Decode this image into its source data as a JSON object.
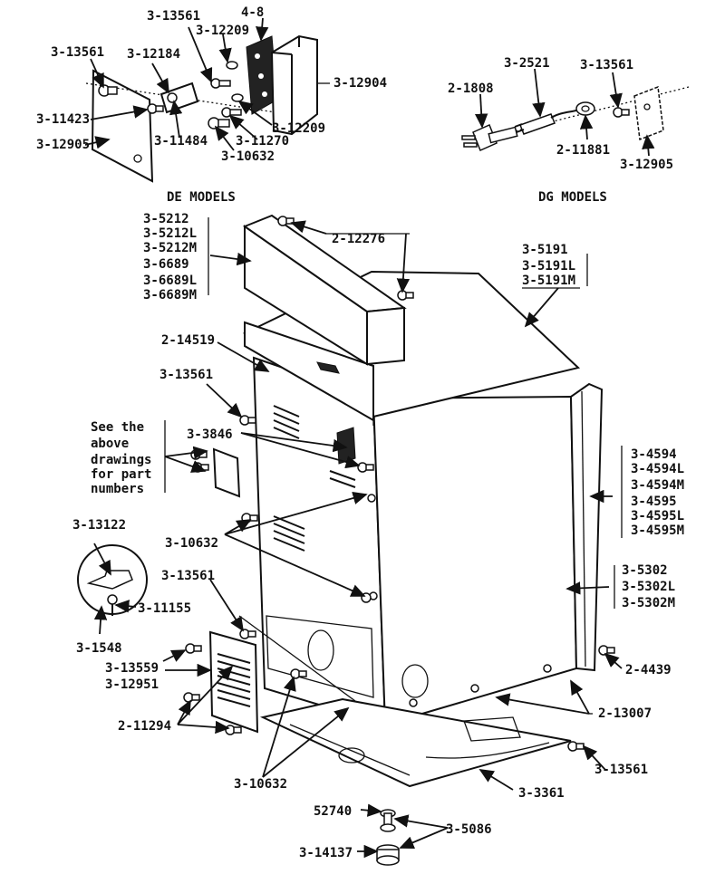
{
  "headings": {
    "de_models": "DE MODELS",
    "dg_models": "DG MODELS"
  },
  "note": [
    "See the",
    "above",
    "drawings",
    "for part",
    "numbers"
  ],
  "top_left_labels": {
    "l_13561_a": "3-13561",
    "l_13561_b": "3-13561",
    "l_12209_a": "3-12209",
    "l_4_8": "4-8",
    "l_12184": "3-12184",
    "l_12904": "3-12904",
    "l_11423": "3-11423",
    "l_12905": "3-12905",
    "l_11484": "3-11484",
    "l_12209_b": "3-12209",
    "l_11270": "3-11270",
    "l_10632": "3-10632"
  },
  "top_right_labels": {
    "l_2521": "3-2521",
    "l_13561": "3-13561",
    "l_1808": "2-1808",
    "l_11881": "2-11881",
    "l_12905": "3-12905"
  },
  "cabinet_top_group": [
    "3-5212",
    "3-5212L",
    "3-5212M",
    "3-6689",
    "3-6689L",
    "3-6689M"
  ],
  "top_panel_group": [
    "3-5191",
    "3-5191L",
    "3-5191M"
  ],
  "side_panel_group": [
    "3-4594",
    "3-4594L",
    "3-4594M",
    "3-4595",
    "3-4595L",
    "3-4595M"
  ],
  "cabinet_group": [
    "3-5302",
    "3-5302L",
    "3-5302M"
  ],
  "main_labels": {
    "l_12276": "2-12276",
    "l_14519": "2-14519",
    "l_13561_a": "3-13561",
    "l_3846": "3-3846",
    "l_13122": "3-13122",
    "l_10632_a": "3-10632",
    "l_13561_b": "3-13561",
    "l_11155": "3-11155",
    "l_1548": "3-1548",
    "l_13559": "3-13559",
    "l_12951": "3-12951",
    "l_11294": "2-11294",
    "l_4439": "2-4439",
    "l_13007": "2-13007",
    "l_10632_b": "3-10632",
    "l_13561_c": "3-13561",
    "l_3361": "3-3361",
    "l_52740": "52740",
    "l_5086": "3-5086",
    "l_14137": "3-14137"
  }
}
